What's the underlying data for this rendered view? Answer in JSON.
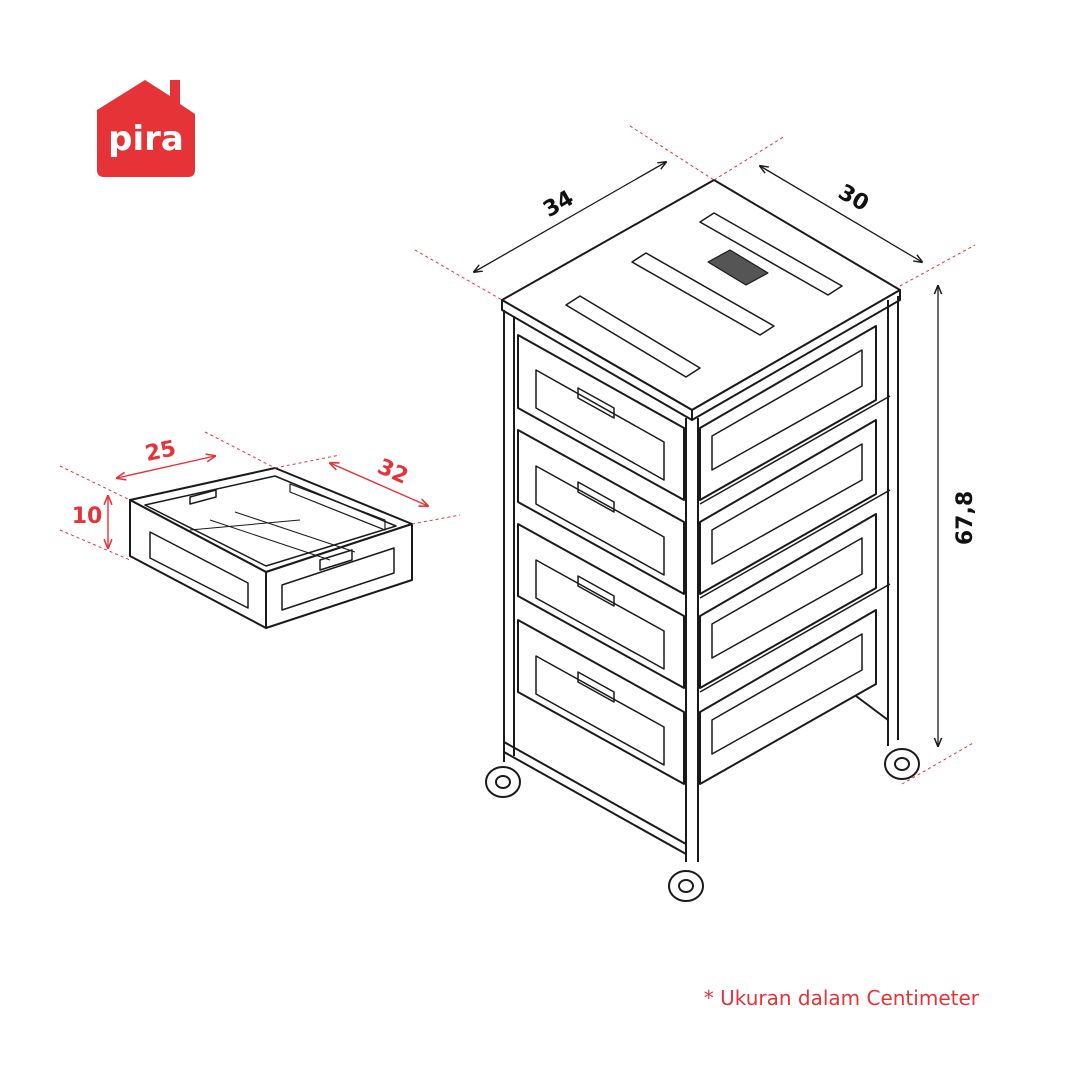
{
  "brand": {
    "name": "pira",
    "color": "#e63338"
  },
  "dimensions": {
    "cabinet_width": "34",
    "cabinet_depth": "30",
    "cabinet_height": "67,8",
    "drawer_width": "25",
    "drawer_depth": "32",
    "drawer_height": "10"
  },
  "note": "* Ukuran dalam Centimeter",
  "colors": {
    "line": "#1a1a1a",
    "guide": "#e63338",
    "label_dark": "#111111",
    "label_red": "#e63338"
  }
}
